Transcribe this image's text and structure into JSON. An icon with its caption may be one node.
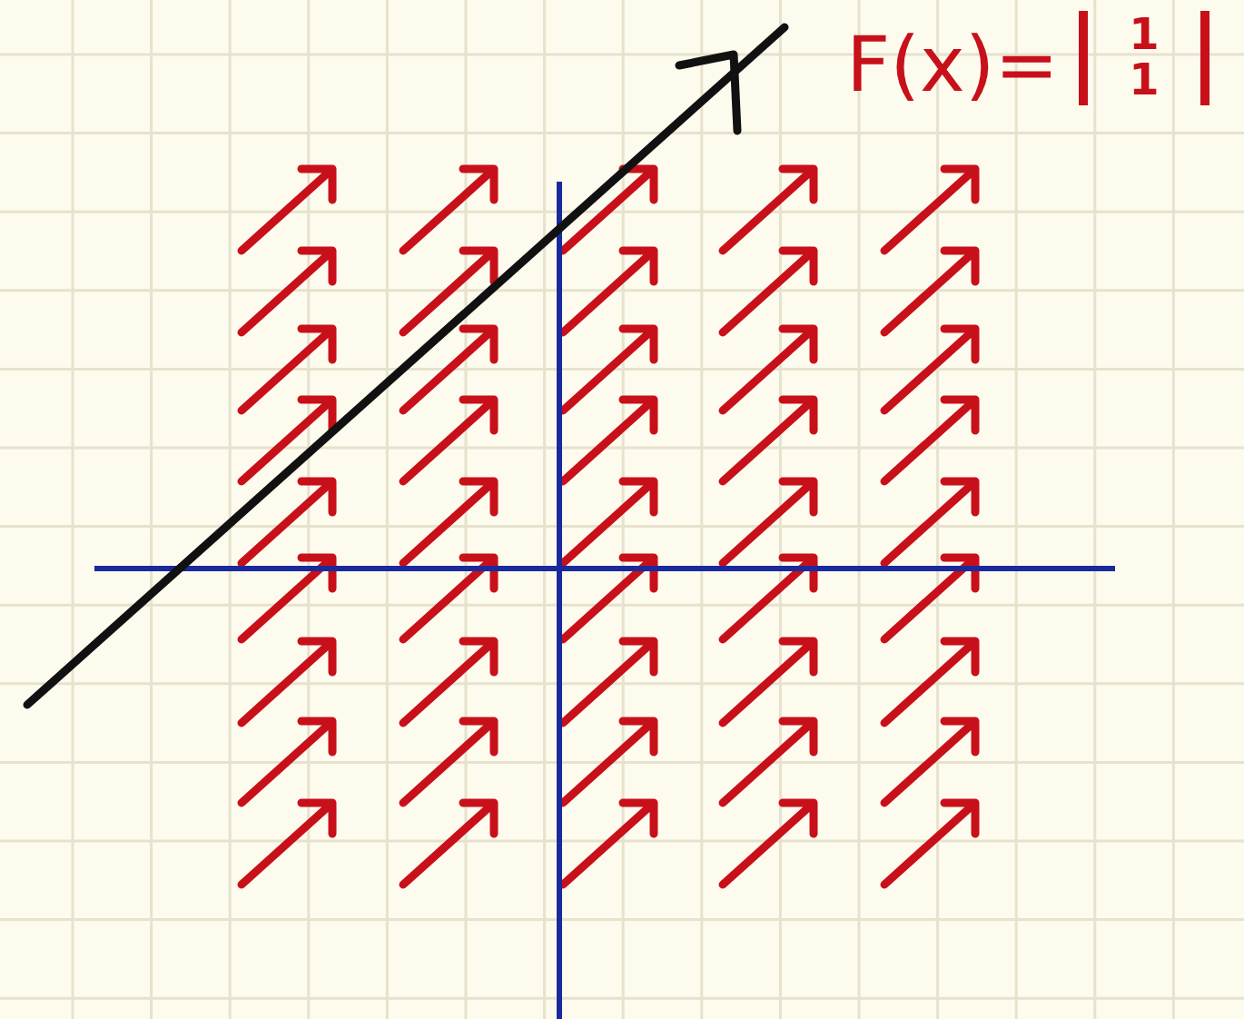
{
  "diagram": {
    "title": "F(x)=",
    "labels": [
      "1",
      "1"
    ]
  }
}
